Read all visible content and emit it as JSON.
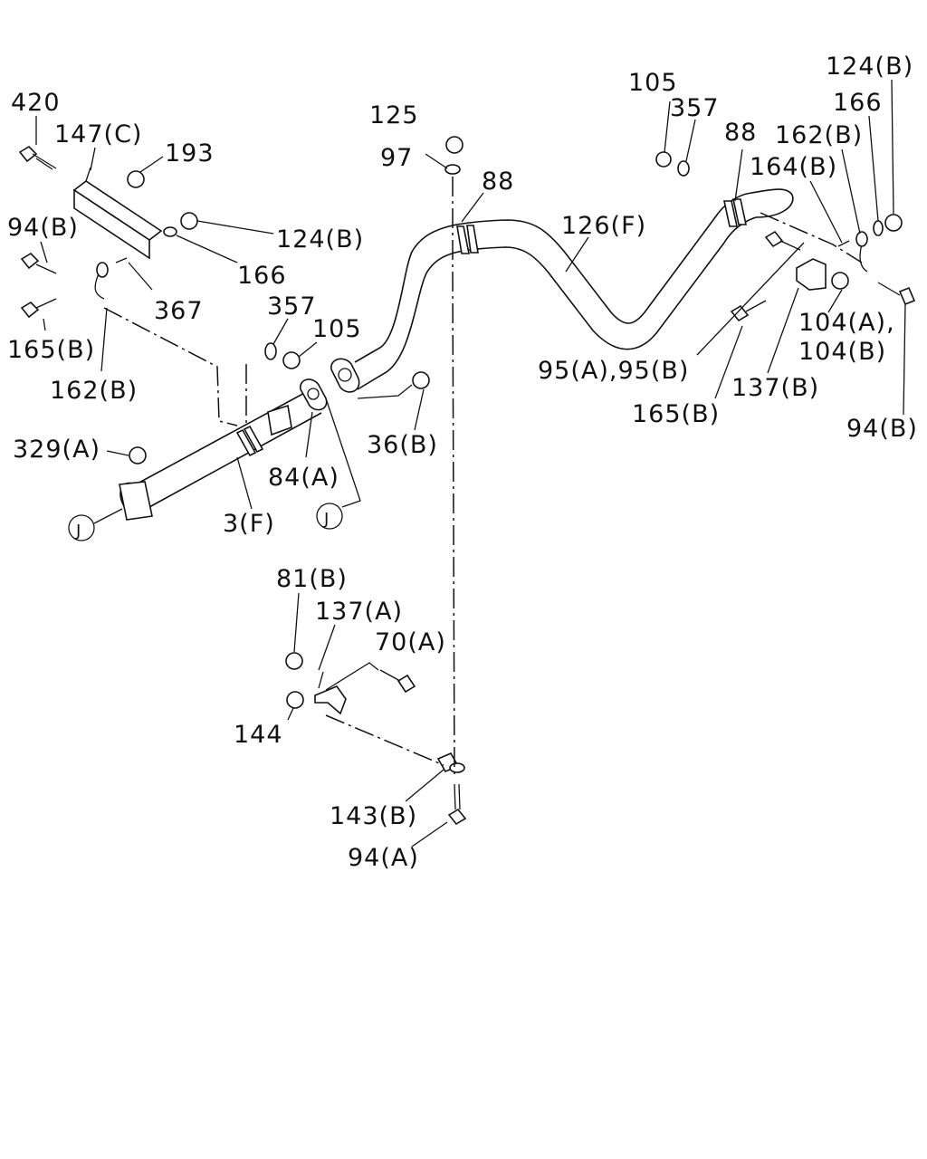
{
  "diagram": {
    "labels": {
      "l420": "420",
      "l147c": "147(C)",
      "l193": "193",
      "l94b_left": "94(B)",
      "l124b_left": "124(B)",
      "l166_left": "166",
      "l367": "367",
      "l165b_left": "165(B)",
      "l162b_left": "162(B)",
      "l357_mid": "357",
      "l105_mid": "105",
      "l329a": "329(A)",
      "l84a": "84(A)",
      "l36b": "36(B)",
      "l3f": "3(F)",
      "l125": "125",
      "l97": "97",
      "l88_mid": "88",
      "l126f": "126(F)",
      "l105_right": "105",
      "l357_right": "357",
      "l88_right": "88",
      "l124b_right": "124(B)",
      "l166_right": "166",
      "l162b_right": "162(B)",
      "l164b": "164(B)",
      "l95": "95(A),95(B)",
      "l104a": "104(A),",
      "l104b": "104(B)",
      "l137b": "137(B)",
      "l165b_right": "165(B)",
      "l94b_right": "94(B)",
      "l81b": "81(B)",
      "l137a": "137(A)",
      "l70a": "70(A)",
      "l144": "144",
      "l143b": "143(B)",
      "l94a": "94(A)"
    },
    "ref_marks": {
      "j_left": "J",
      "j_right": "J"
    }
  }
}
